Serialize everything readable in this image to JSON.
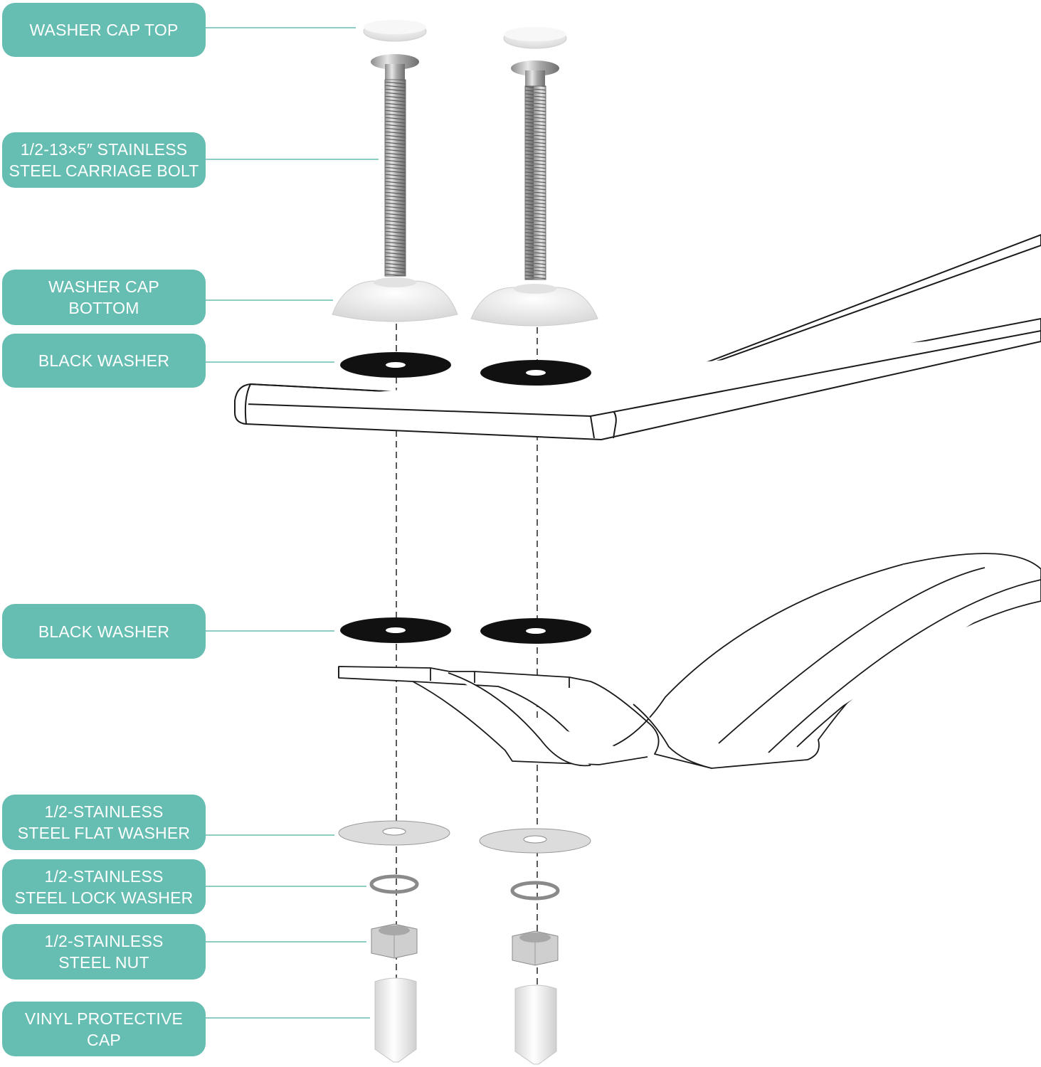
{
  "colors": {
    "label_bg": "#66bdb1",
    "label_text": "#ffffff",
    "leader": "#66bdb1",
    "outline": "#1a1a1a"
  },
  "labels": {
    "washer_cap_top": {
      "lines": [
        "WASHER CAP TOP"
      ]
    },
    "carriage_bolt": {
      "lines": [
        "1/2-13×5″ STAINLESS",
        "STEEL CARRIAGE BOLT"
      ]
    },
    "washer_cap_bottom": {
      "lines": [
        "WASHER CAP",
        "BOTTOM"
      ]
    },
    "black_washer_top": {
      "lines": [
        "BLACK WASHER"
      ]
    },
    "black_washer_bottom": {
      "lines": [
        "BLACK WASHER"
      ]
    },
    "flat_washer": {
      "lines": [
        "1/2-STAINLESS",
        "STEEL FLAT WASHER"
      ]
    },
    "lock_washer": {
      "lines": [
        "1/2-STAINLESS",
        "STEEL LOCK WASHER"
      ]
    },
    "nut": {
      "lines": [
        "1/2-STAINLESS",
        "STEEL NUT"
      ]
    },
    "vinyl_cap": {
      "lines": [
        "VINYL PROTECTIVE",
        "CAP"
      ]
    }
  },
  "icons": [
    "washer-cap-top-icon",
    "carriage-bolt-icon",
    "washer-cap-bottom-icon",
    "black-washer-icon",
    "diving-board-icon",
    "board-stand-icon",
    "flat-washer-icon",
    "lock-washer-icon",
    "nut-icon",
    "vinyl-cap-icon"
  ]
}
